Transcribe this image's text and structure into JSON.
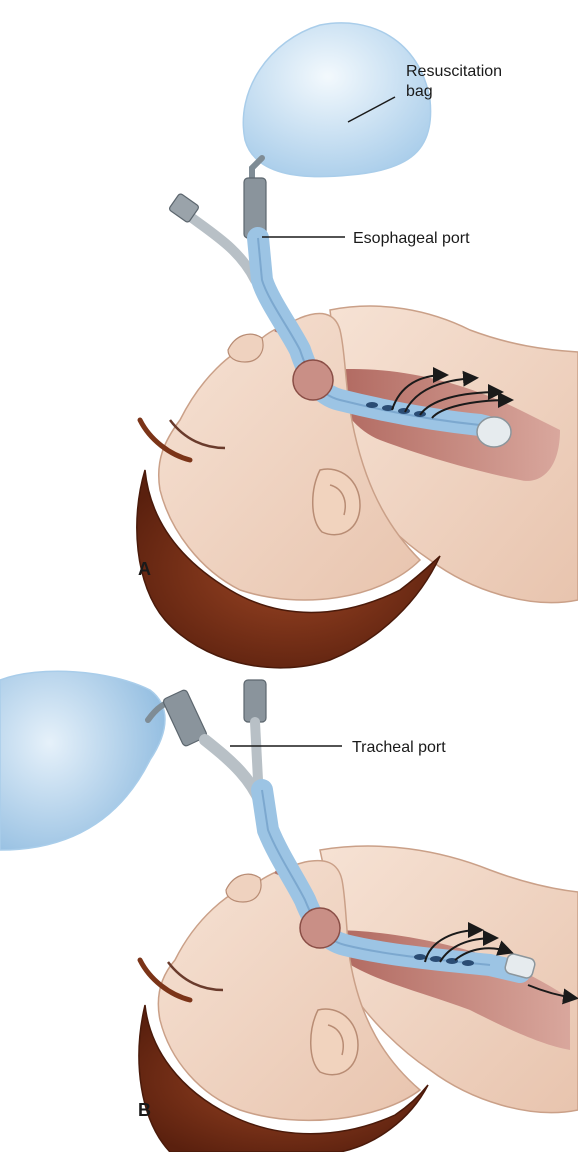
{
  "panels": [
    {
      "letter": "A",
      "labels": {
        "bag_line1": "Resuscitation",
        "bag_line2": "bag",
        "port": "Esophageal port"
      }
    },
    {
      "letter": "B",
      "labels": {
        "port": "Tracheal port"
      }
    }
  ],
  "colors": {
    "skin": "#f2d8c6",
    "skin_shadow": "#e3bca4",
    "hair": "#8a3a1c",
    "hair_dark": "#5e2210",
    "tube": "#9cc4e4",
    "tube_dark": "#6f9cc6",
    "bag": "#cfe4f4",
    "throat": "#b86e66",
    "cuff": "#c98f86"
  }
}
